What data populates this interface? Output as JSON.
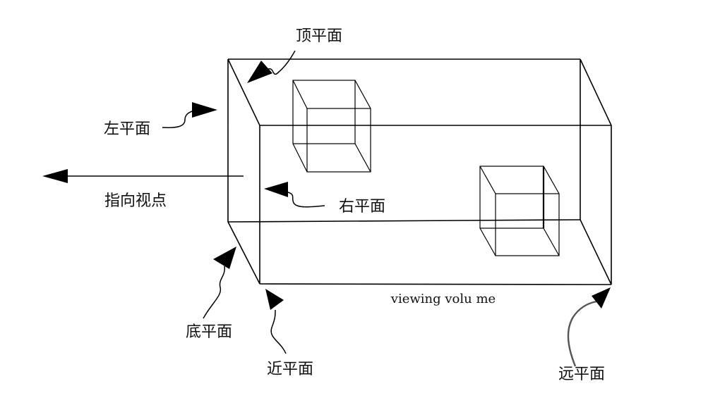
{
  "diagram": {
    "labels": {
      "top": "顶平面",
      "left": "左平面",
      "right": "右平面",
      "bottom": "底平面",
      "near": "近平面",
      "far": "远平面",
      "toward_viewpoint": "指向视点"
    },
    "caption": "viewing volu me"
  }
}
